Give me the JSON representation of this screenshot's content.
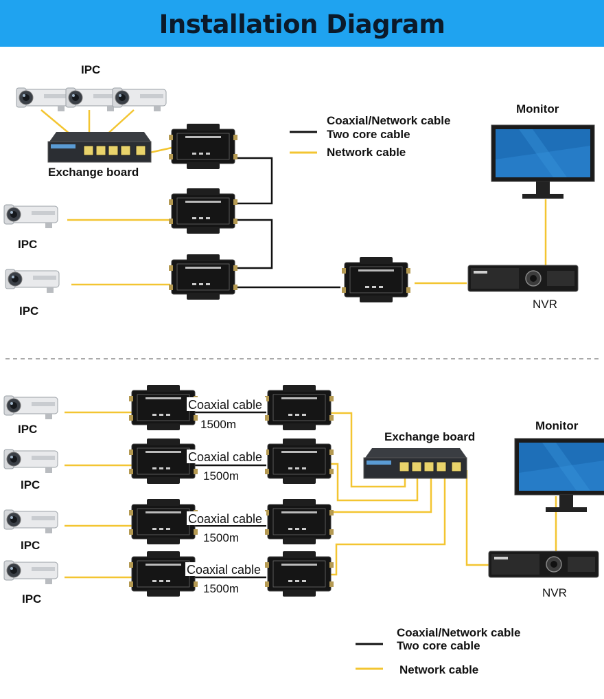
{
  "title": "Installation Diagram",
  "colors": {
    "banner": "#1fa3f0",
    "network_cable": "#f3c531",
    "coax_cable": "#111111"
  },
  "top": {
    "ipc_top_label": "IPC",
    "exchange_board_label": "Exchange board",
    "ipc_mid_label": "IPC",
    "ipc_low_label": "IPC",
    "monitor_label": "Monitor",
    "nvr_label": "NVR",
    "legend": {
      "coax_line1": "Coaxial/Network cable",
      "coax_line2": "Two core cable",
      "network": "Network cable"
    }
  },
  "bottom": {
    "ipc_labels": [
      "IPC",
      "IPC",
      "IPC",
      "IPC"
    ],
    "coax_labels": [
      "Coaxial cable",
      "Coaxial cable",
      "Coaxial cable",
      "Coaxial cable"
    ],
    "distance_labels": [
      "1500m",
      "1500m",
      "1500m",
      "1500m"
    ],
    "exchange_board_label": "Exchange board",
    "monitor_label": "Monitor",
    "nvr_label": "NVR",
    "legend": {
      "coax_line1": "Coaxial/Network cable",
      "coax_line2": "Two core cable",
      "network": "Network cable"
    }
  }
}
